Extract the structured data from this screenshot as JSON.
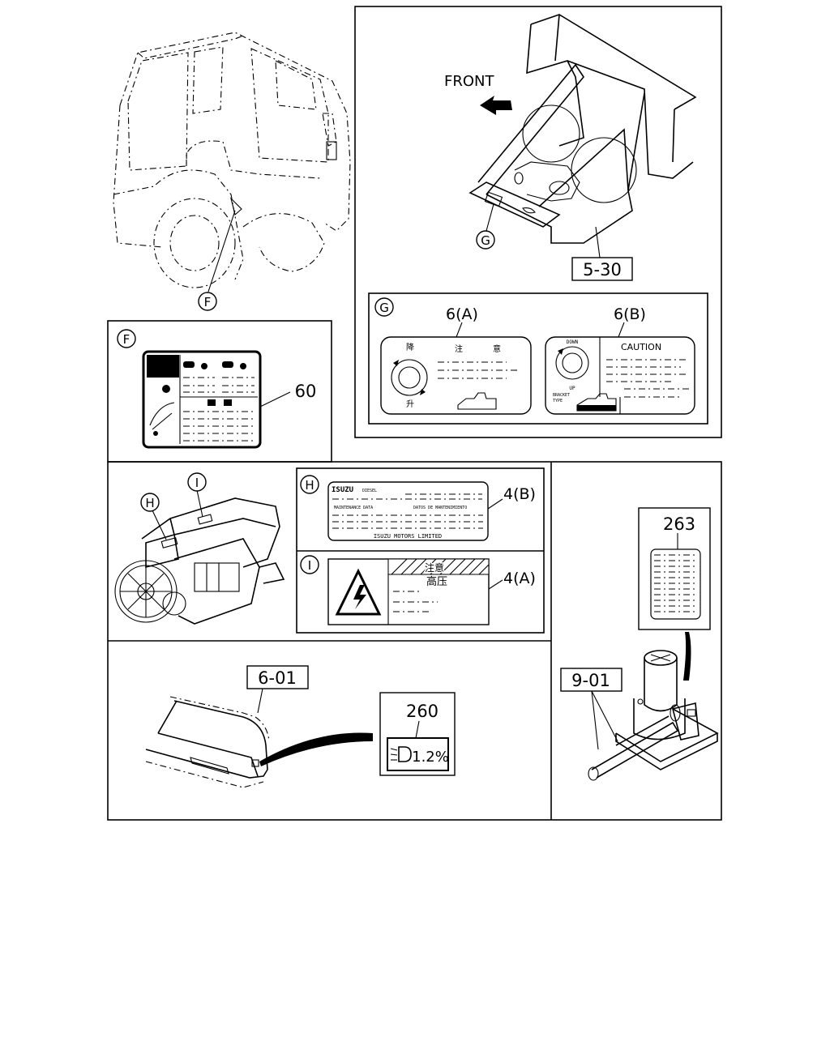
{
  "labels": {
    "front": "FRONT",
    "part_5_30": "5-30",
    "part_6a": "6(A)",
    "part_6b": "6(B)",
    "part_60": "60",
    "part_4b": "4(B)",
    "part_4a": "4(A)",
    "part_263": "263",
    "part_6_01": "6-01",
    "part_260": "260",
    "part_9_01": "9-01"
  },
  "callouts": {
    "F": "F",
    "G": "G",
    "H": "H",
    "I": "I"
  },
  "decal_6a": {
    "ch1": "降",
    "ch2": "注",
    "ch3": "意",
    "ch4": "升"
  },
  "decal_6b": {
    "down": "DOWN",
    "caution": "CAUTION",
    "up": "UP",
    "bracket": "BRACKET",
    "type": "TYPE"
  },
  "decal_4b": {
    "brand": "ISUZU",
    "diesel": "DIESEL",
    "maint": "MAINTENANCE DATA",
    "datos": "DATOS DE MANTENIMIENTO",
    "maker": "ISUZU MOTORS LIMITED"
  },
  "decal_4a": {
    "warn": "注意",
    "hv": "高压"
  },
  "decal_260": {
    "value": "1.2%"
  }
}
